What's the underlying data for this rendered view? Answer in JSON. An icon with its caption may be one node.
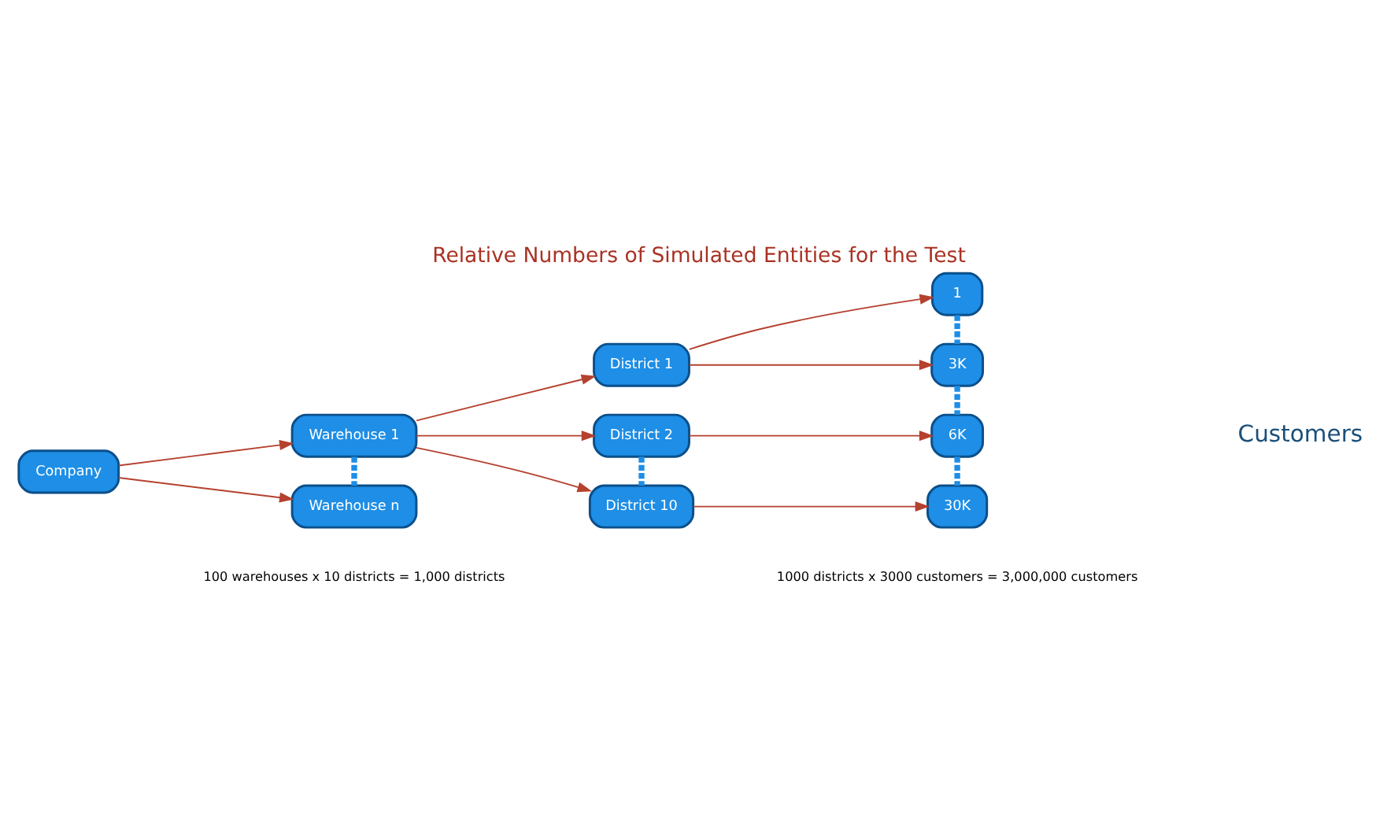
{
  "diagram": {
    "title": "Relative Numbers of Simulated Entities for the Test",
    "nodes": [
      {
        "text": [
          "Company"
        ]
      },
      {
        "text": [
          "Warehouse 1"
        ]
      },
      {
        "text": [
          "Warehouse n"
        ]
      },
      {
        "text": [
          "District 1"
        ]
      },
      {
        "text": [
          "District 2"
        ]
      },
      {
        "text": [
          "District 10"
        ]
      },
      {
        "text": [
          "1"
        ]
      },
      {
        "text": [
          "3K"
        ]
      },
      {
        "text": [
          "6K"
        ]
      },
      {
        "text": [
          "30K"
        ]
      }
    ],
    "edges": [
      {
        "from": 0,
        "to": 1,
        "arrow": "to"
      },
      {
        "from": 0,
        "to": 2,
        "arrow": "to"
      },
      {
        "from": 1,
        "to": 3,
        "arrow": "to"
      },
      {
        "from": 1,
        "to": 4,
        "arrow": "to"
      },
      {
        "from": 1,
        "to": 5,
        "arrow": "to"
      },
      {
        "from": 3,
        "to": 6,
        "arrow": "to"
      },
      {
        "from": 3,
        "to": 7,
        "arrow": "to"
      },
      {
        "from": 4,
        "to": 8,
        "arrow": "to"
      },
      {
        "from": 5,
        "to": 9,
        "arrow": "to"
      },
      {
        "from": 1,
        "to": 2,
        "arrow": "none",
        "style": "dashed",
        "color": "#1e8ee6"
      },
      {
        "from": 4,
        "to": 5,
        "arrow": "none",
        "style": "dashed",
        "color": "#1e8ee6"
      },
      {
        "from": 6,
        "to": 7,
        "arrow": "none",
        "style": "dashed",
        "color": "#1e8ee6"
      },
      {
        "from": 7,
        "to": 8,
        "arrow": "none",
        "style": "dashed",
        "color": "#1e8ee6"
      },
      {
        "from": 8,
        "to": 9,
        "arrow": "none",
        "style": "dashed",
        "color": "#1e8ee6"
      }
    ],
    "labels": [
      "Customers",
      "100 warehouses x 10 districts = 1,000 districts",
      "1000 districts x 3000 customers = 3,000,000 customers"
    ]
  }
}
